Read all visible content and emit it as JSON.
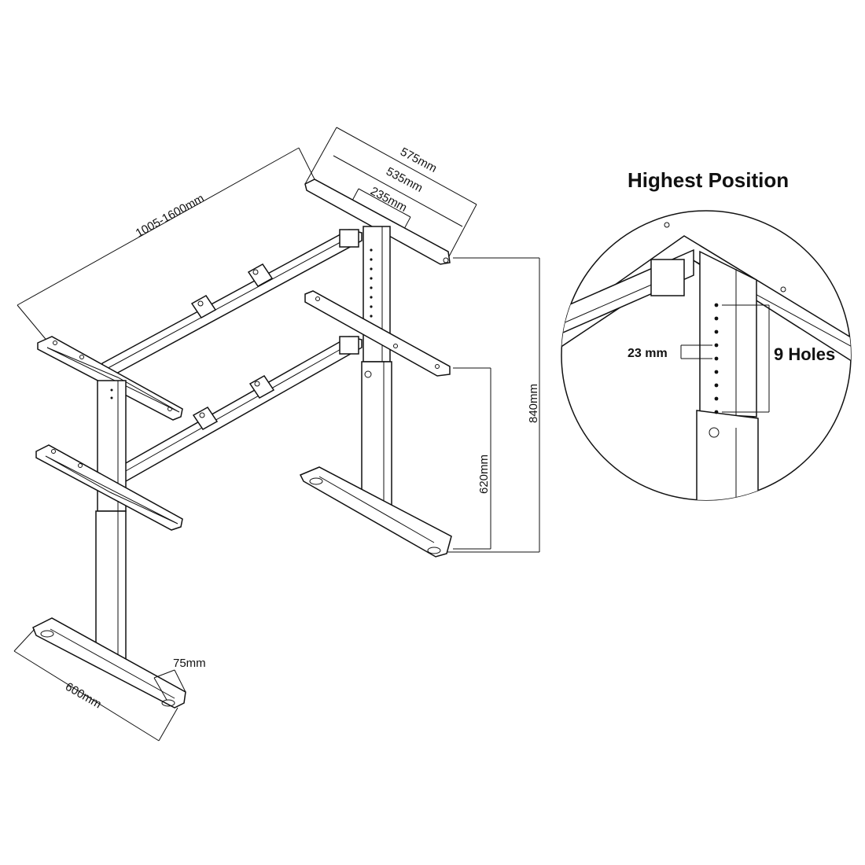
{
  "diagram": {
    "title": "Highest Position",
    "dimensions": {
      "width_range": "1005-1600mm",
      "top_bracket_outer": "575mm",
      "top_bracket_inner": "535mm",
      "top_bracket_center": "235mm",
      "max_height": "840mm",
      "min_height": "620mm",
      "foot_length": "600mm",
      "foot_width": "75mm"
    },
    "detail": {
      "hole_spacing": "23 mm",
      "hole_count": "9 Holes"
    },
    "colors": {
      "line": "#111111",
      "background": "#ffffff"
    }
  }
}
